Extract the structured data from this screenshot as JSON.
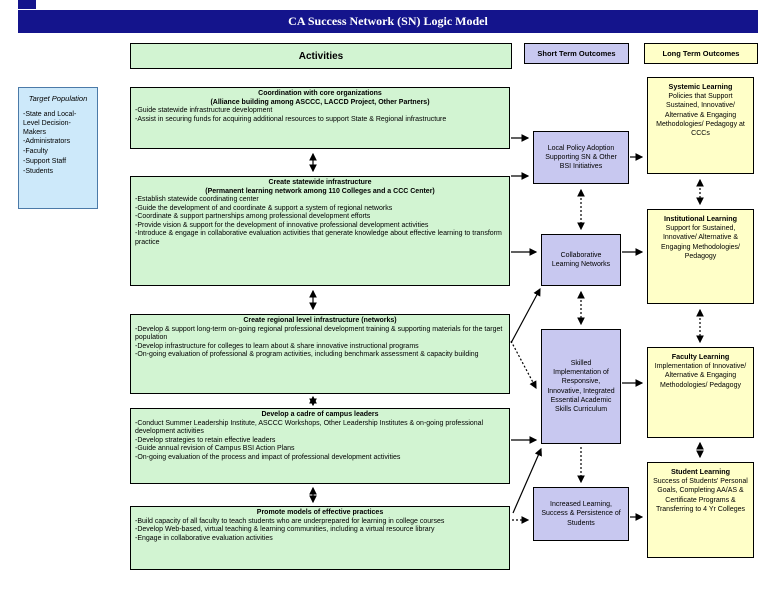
{
  "title": "CA Success Network (SN) Logic Model",
  "headers": {
    "activities": "Activities",
    "short_term": "Short Term Outcomes",
    "long_term": "Long Term Outcomes"
  },
  "target_population": {
    "title": "Target Population",
    "items": [
      "-State and Local-Level Decision-Makers",
      "-Administrators",
      "-Faculty",
      "-Support Staff",
      "-Students"
    ]
  },
  "activities": [
    {
      "title": "Coordination with core organizations",
      "subtitle": "(Alliance building among ASCCC, LACCD Project, Other Partners)",
      "bullets": [
        "-Guide statewide infrastructure development",
        "-Assist in securing funds for acquiring additional resources to support State & Regional infrastructure"
      ]
    },
    {
      "title": "Create statewide infrastructure",
      "subtitle": "(Permanent learning network among 110 Colleges and a CCC Center)",
      "bullets": [
        "-Establish statewide coordinating center",
        "-Guide the development of and coordinate & support a system of regional networks",
        "-Coordinate & support partnerships among professional development efforts",
        "-Provide vision & support for the development of innovative professional development activities",
        "-Introduce & engage in collaborative evaluation activities that generate knowledge about effective learning to transform practice"
      ]
    },
    {
      "title": "Create regional level infrastructure (networks)",
      "subtitle": "",
      "bullets": [
        "-Develop & support long-term on-going regional professional development training & supporting materials for the target population",
        "-Develop infrastructure for colleges to learn about & share innovative instructional programs",
        "-On-going evaluation of professional & program activities, including benchmark assessment & capacity building"
      ]
    },
    {
      "title": "Develop a cadre of campus leaders",
      "subtitle": "",
      "bullets": [
        "-Conduct Summer Leadership Institute, ASCCC Workshops, Other Leadership Institutes & on-going professional development activities",
        "-Develop strategies to retain effective leaders",
        "-Guide annual revision of Campus BSI Action Plans",
        "-On-going evaluation of the process and impact of professional development activities"
      ]
    },
    {
      "title": "Promote models of effective practices",
      "subtitle": "",
      "bullets": [
        "-Build capacity of all faculty to teach students who are underprepared for learning in college courses",
        "-Develop Web-based, virtual teaching & learning communities, including a virtual resource library",
        "-Engage in collaborative evaluation activities"
      ]
    }
  ],
  "short_term_outcomes": [
    "Local Policy Adoption Supporting SN & Other BSI Initiatives",
    "Collaborative Learning Networks",
    "Skilled Implementation of Responsive, Innovative, Integrated Essential Academic Skills Curriculum",
    "Increased Learning, Success & Persistence of Students"
  ],
  "long_term_outcomes": [
    {
      "title": "Systemic Learning",
      "body": "Policies that Support Sustained, Innovative/ Alternative & Engaging Methodologies/ Pedagogy at CCCs"
    },
    {
      "title": "Institutional Learning",
      "body": "Support for Sustained, Innovative/ Alternative & Engaging Methodologies/ Pedagogy"
    },
    {
      "title": "Faculty Learning",
      "body": "Implementation of Innovative/ Alternative & Engaging Methodologies/ Pedagogy"
    },
    {
      "title": "Student Learning",
      "body": "Success of Students' Personal Goals, Completing AA/AS & Certificate Programs & Transferring to 4 Yr Colleges"
    }
  ],
  "colors": {
    "title_bar": "#14148c",
    "activity_fill": "#d2f4d2",
    "short_term_fill": "#c8c8f0",
    "long_term_fill": "#ffffc8",
    "population_fill": "#cde9fa"
  }
}
